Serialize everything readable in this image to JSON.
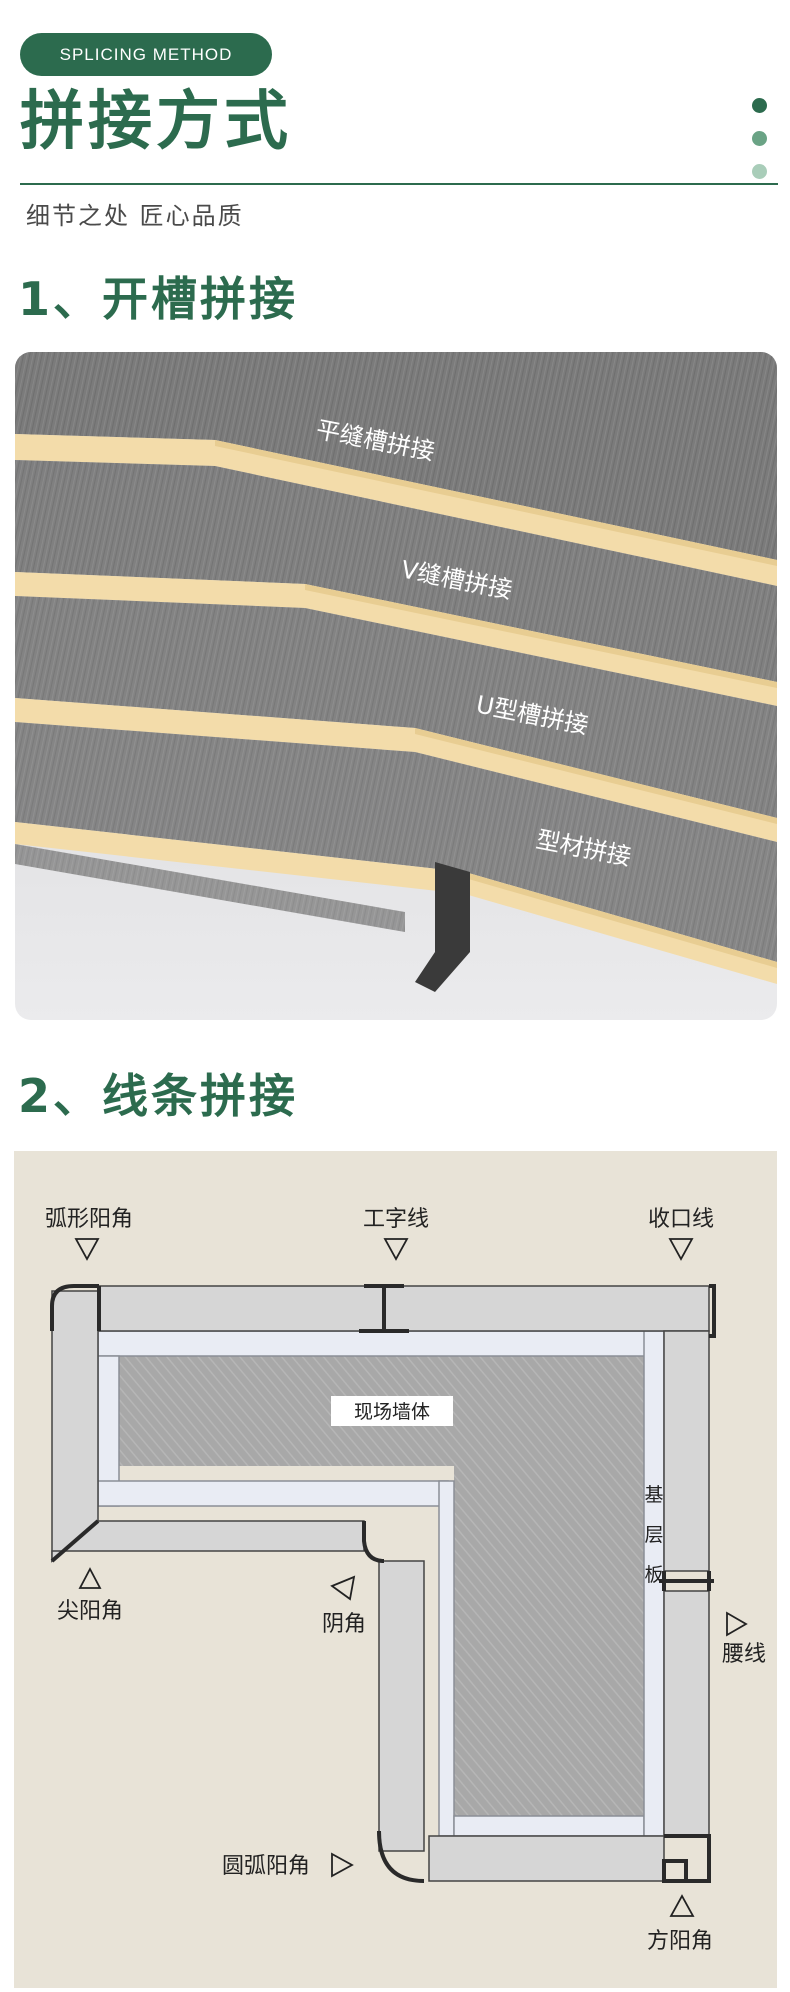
{
  "header": {
    "tag": "SPLICING METHOD",
    "title": "拼接方式",
    "subtitle": "细节之处 匠心品质",
    "dot_colors": [
      "#2c6b4e",
      "#6aa385",
      "#a9cdb9"
    ]
  },
  "section1": {
    "heading": "1、开槽拼接",
    "labels": [
      "平缝槽拼接",
      "V缝槽拼接",
      "U型槽拼接",
      "型材拼接"
    ]
  },
  "section2": {
    "heading": "2、线条拼接",
    "wall_label": "现场墙体",
    "base_chars": [
      "基",
      "层",
      "板"
    ],
    "callouts": {
      "arc_outer": "弧形阳角",
      "i_line": "工字线",
      "closing_line": "收口线",
      "sharp_outer": "尖阳角",
      "inner": "阴角",
      "waist_line": "腰线",
      "round_outer": "圆弧阳角",
      "square_outer": "方阳角"
    }
  },
  "colors": {
    "brand_green": "#2c6b4e",
    "diagram_bg": "#e8e3d7",
    "panel_gray": "#7a7a7a",
    "core_yellow": "#f3dcaa"
  }
}
